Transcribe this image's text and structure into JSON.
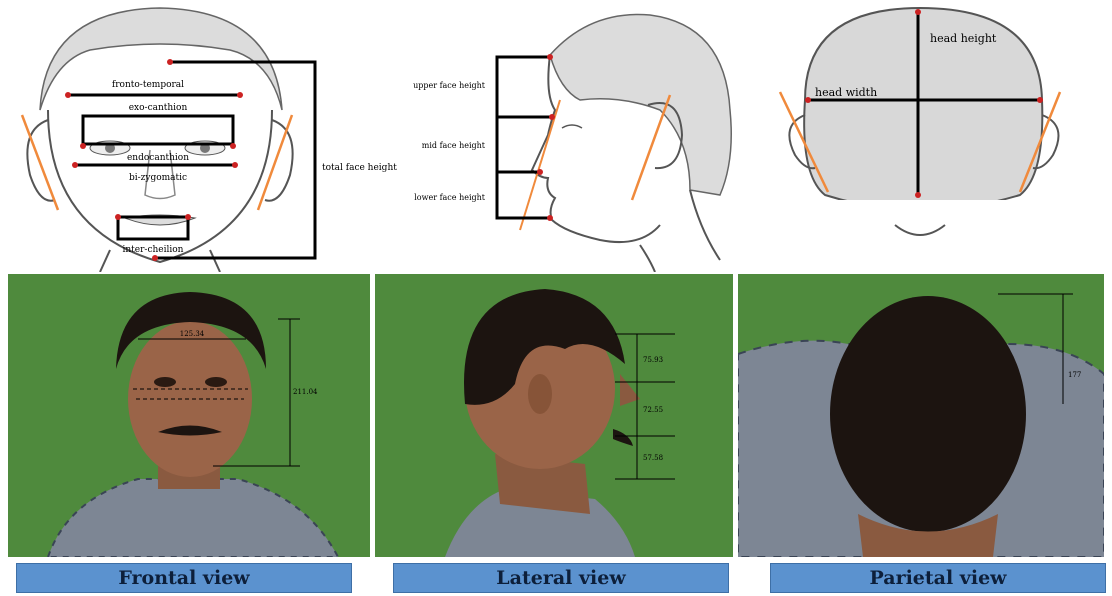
{
  "frontal_diagram": {
    "labels": {
      "fronto_temporal": "fronto-temporal",
      "exo_canthion": "exo-canthion",
      "endocanthion": "endocanthion",
      "bi_zygomatic": "bi-zygomatic",
      "inter_cheilion": "inter-cheilion",
      "total_face_height": "total face height"
    }
  },
  "lateral_diagram": {
    "labels": {
      "upper_face_height": "upper face height",
      "mid_face_height": "mid face height",
      "lower_face_height": "lower face height"
    }
  },
  "parietal_diagram": {
    "labels": {
      "head_height": "head height",
      "head_width": "head width"
    }
  },
  "photos": {
    "frontal": {
      "measure_width": "125.34",
      "measure_height": "211.04"
    },
    "lateral": {
      "measure_upper": "75.93",
      "measure_mid": "72.55",
      "measure_lower": "57.58"
    },
    "parietal": {
      "measure_height": "177"
    }
  },
  "captions": {
    "frontal": "Frontal view",
    "lateral": "Lateral view",
    "parietal": "Parietal view"
  },
  "colors": {
    "caption_bg": "#5b92cf",
    "background_green": "#4f8a3d",
    "measure_line": "#000000",
    "landmark_red": "#cc2222",
    "ear_axis_orange": "#f08a3c"
  }
}
